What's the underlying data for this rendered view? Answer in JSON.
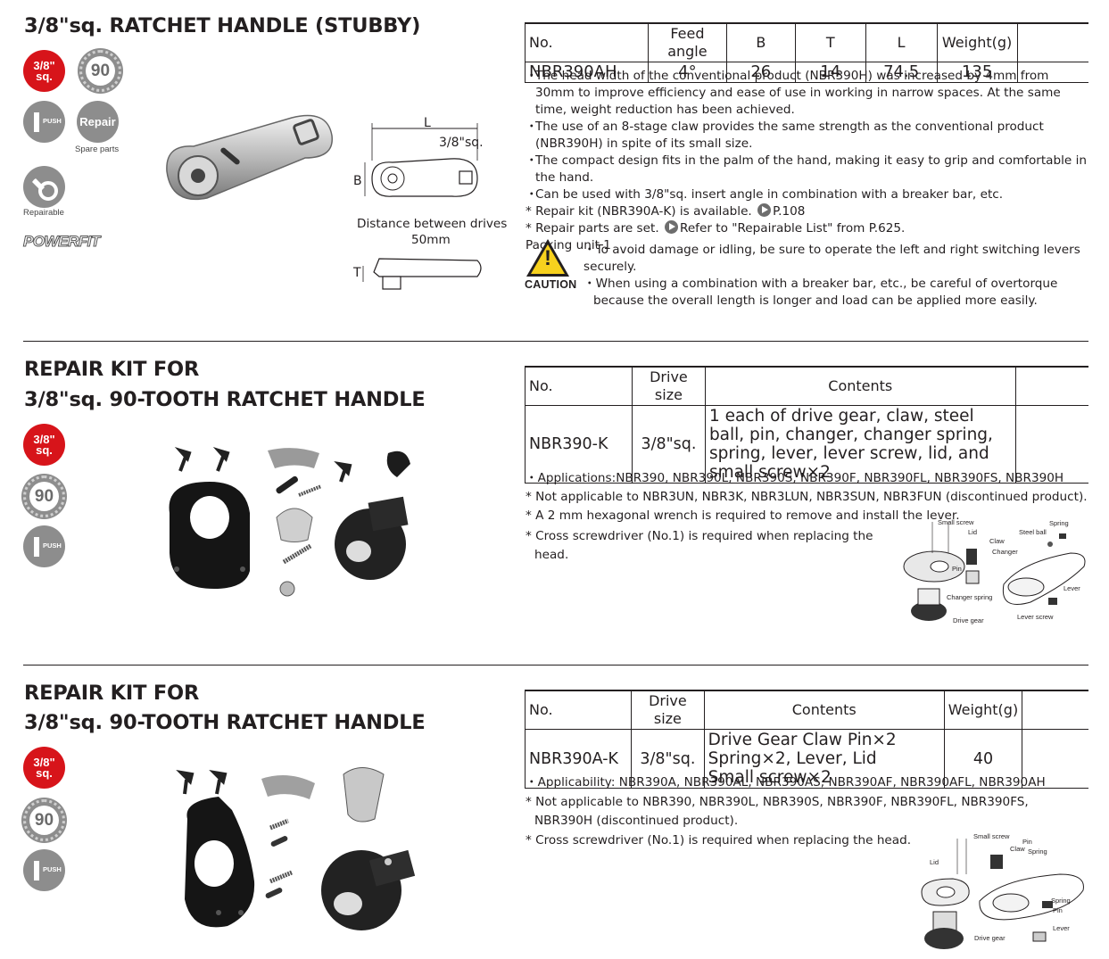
{
  "sections": [
    {
      "title": "3/8\"sq. RATCHET HANDLE (STUBBY)",
      "badges": {
        "size_line1": "3/8\"",
        "size_line2": "sq.",
        "teeth": "90",
        "push": "PUSH",
        "repair": "Repair",
        "repair_caption": "Spare parts",
        "repairable_caption": "Repairable",
        "brand": "POWERFIT"
      },
      "drawing": {
        "label_L": "L",
        "label_sq": "3/8\"sq.",
        "label_B": "B",
        "label_T": "T",
        "caption_line1": "Distance between drives",
        "caption_line2": "50mm"
      },
      "table": {
        "headers": [
          "No.",
          "Feed angle",
          "B",
          "T",
          "L",
          "Weight(g)"
        ],
        "rows": [
          [
            "NBR390AH",
            "4°",
            "26",
            "14",
            "74.5",
            "135"
          ]
        ]
      },
      "notes": [
        {
          "mark": "・",
          "text": "The head width of the conventional product (NBR390H) was increased by 4mm from 30mm to improve efficiency and ease of use in working in narrow spaces. At the same time, weight reduction has been achieved."
        },
        {
          "mark": "・",
          "text": "The use of an 8-stage claw provides the same strength as the conventional product (NBR390H) in spite of its small size."
        },
        {
          "mark": "・",
          "text": "The compact design fits in the palm of the hand, making it easy to grip and comfortable in the hand."
        },
        {
          "mark": "・",
          "text": "Can be used with 3/8\"sq. insert angle in combination with a breaker bar, etc."
        }
      ],
      "repair_kit_note": {
        "prefix": "* Repair kit (NBR390A-K) is available.",
        "ref": "P.108"
      },
      "repair_parts_note": {
        "prefix": "* Repair parts are set.",
        "ref": "Refer to \"Repairable List\" from P.625."
      },
      "packing": "Packing unit 1",
      "caution": {
        "label": "CAUTION",
        "lines": [
          "・To avoid damage or idling, be sure to operate the left and right switching levers securely.",
          "・When using a combination with a breaker bar, etc., be careful of overtorque",
          "because the overall length is longer and load can be applied more easily."
        ]
      }
    },
    {
      "title_line1": "REPAIR KIT FOR",
      "title_line2": "3/8\"sq. 90-TOOTH RATCHET HANDLE",
      "badges": {
        "size_line1": "3/8\"",
        "size_line2": "sq.",
        "teeth": "90",
        "push": "PUSH"
      },
      "table": {
        "headers": [
          "No.",
          "Drive size",
          "Contents"
        ],
        "rows": [
          [
            "NBR390-K",
            "3/8\"sq.",
            "1 each of drive gear, claw, steel ball, pin, changer, changer spring, spring, lever, lever screw, lid, and small screw×2"
          ]
        ]
      },
      "notes": [
        "・Applications:NBR390, NBR390L, NBR390S, NBR390F, NBR390FL, NBR390FS, NBR390H",
        "* Not applicable to NBR3UN, NBR3K, NBR3LUN, NBR3SUN, NBR3FUN (discontinued product).",
        "* A 2 mm hexagonal wrench is required to remove and install the lever.",
        "* Cross screwdriver (No.1) is required when replacing the head."
      ],
      "diagram_labels": [
        "Small screw",
        "Lid",
        "Claw",
        "Changer",
        "Pin",
        "Changer spring",
        "Drive gear",
        "Spring",
        "Steel ball",
        "Lever",
        "Lever screw"
      ]
    },
    {
      "title_line1": "REPAIR KIT FOR",
      "title_line2": "3/8\"sq. 90-TOOTH RATCHET HANDLE",
      "badges": {
        "size_line1": "3/8\"",
        "size_line2": "sq.",
        "teeth": "90",
        "push": "PUSH"
      },
      "table": {
        "headers": [
          "No.",
          "Drive size",
          "Contents",
          "Weight(g)"
        ],
        "rows": [
          [
            "NBR390A-K",
            "3/8\"sq.",
            "Drive Gear Claw Pin×2 Spring×2, Lever, Lid Small screw×2",
            "40"
          ]
        ]
      },
      "contents_lines": [
        "Drive Gear Claw Pin×2",
        "Spring×2, Lever, Lid",
        "Small screw×2"
      ],
      "notes": [
        "・Applicability: NBR390A, NBR390AL, NBR390AS, NBR390AF, NBR390AFL, NBR390AH",
        "* Not applicable to NBR390, NBR390L, NBR390S, NBR390F, NBR390FL, NBR390FS, NBR390H (discontinued product).",
        "* Cross screwdriver (No.1) is required when replacing the head."
      ],
      "diagram_labels": [
        "Small screw",
        "Lid",
        "Claw",
        "Pin",
        "Spring",
        "Spring",
        "Pin",
        "Drive gear",
        "Lever"
      ]
    }
  ],
  "colors": {
    "accent_red": "#d7141a",
    "badge_gray": "#8d8d8d",
    "caution_yellow": "#f7d11e",
    "text": "#231f20"
  }
}
